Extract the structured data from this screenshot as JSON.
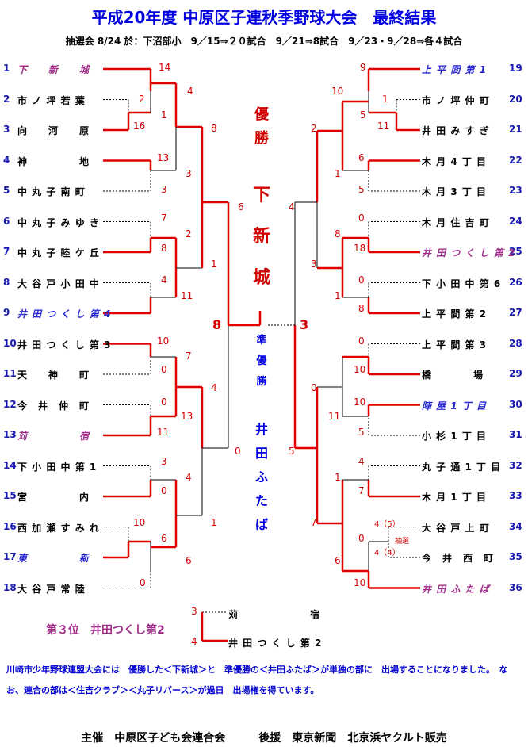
{
  "title": "平成20年度 中原区子連秋季野球大会　最終結果",
  "schedule": "抽選会 8/24 於：下沼部小　9／15⇒２０試合　9／21⇒8試合　9／23・9／28⇒各４試合",
  "champion_label": "優勝",
  "champion_team": "下新城",
  "runnerup_label": "準優勝",
  "runnerup_team": "井田ふたば",
  "final_scores": {
    "left": "8",
    "right": "3"
  },
  "left_teams": [
    {
      "seed": "1",
      "name": "下　　新　　城",
      "style": "hl2"
    },
    {
      "seed": "2",
      "name": "市 ノ 坪 若 葉",
      "style": ""
    },
    {
      "seed": "3",
      "name": "向　　河　　原",
      "style": ""
    },
    {
      "seed": "4",
      "name": "神　　　　　地",
      "style": ""
    },
    {
      "seed": "5",
      "name": "中 丸 子 南 町",
      "style": ""
    },
    {
      "seed": "6",
      "name": "中 丸 子 み ゆ き",
      "style": ""
    },
    {
      "seed": "7",
      "name": "中 丸 子 睦 ケ 丘",
      "style": ""
    },
    {
      "seed": "8",
      "name": "大 谷 戸 小 田 中",
      "style": ""
    },
    {
      "seed": "9",
      "name": "井 田 つ く し 第 4",
      "style": "hl"
    },
    {
      "seed": "10",
      "name": "井 田 つ く し 第 3",
      "style": ""
    },
    {
      "seed": "11",
      "name": "天　　神　　町",
      "style": ""
    },
    {
      "seed": "12",
      "name": "今　井　仲　町",
      "style": ""
    },
    {
      "seed": "13",
      "name": "苅　　　　　宿",
      "style": "hl2"
    },
    {
      "seed": "14",
      "name": "下 小 田 中 第 1",
      "style": ""
    },
    {
      "seed": "15",
      "name": "宮　　　　　内",
      "style": ""
    },
    {
      "seed": "16",
      "name": "西 加 瀬 す み れ",
      "style": ""
    },
    {
      "seed": "17",
      "name": "東　　　　　新",
      "style": "hl"
    },
    {
      "seed": "18",
      "name": "大 谷 戸 常 陸",
      "style": ""
    }
  ],
  "right_teams": [
    {
      "seed": "19",
      "name": "上 平 間 第 1",
      "style": "hl"
    },
    {
      "seed": "20",
      "name": "市 ノ 坪 仲 町",
      "style": ""
    },
    {
      "seed": "21",
      "name": "井 田 み す ぎ",
      "style": ""
    },
    {
      "seed": "22",
      "name": "木 月 4 丁 目",
      "style": ""
    },
    {
      "seed": "23",
      "name": "木 月 3 丁 目",
      "style": ""
    },
    {
      "seed": "24",
      "name": "木 月 住 吉 町",
      "style": ""
    },
    {
      "seed": "25",
      "name": "井 田 つ く し 第 2",
      "style": "hl2"
    },
    {
      "seed": "26",
      "name": "下 小 田 中 第 6",
      "style": ""
    },
    {
      "seed": "27",
      "name": "上 平 間 第 2",
      "style": ""
    },
    {
      "seed": "28",
      "name": "上 平 間 第 3",
      "style": ""
    },
    {
      "seed": "29",
      "name": "橋　　　　場",
      "style": ""
    },
    {
      "seed": "30",
      "name": "陣 屋 1 丁 目",
      "style": "hl"
    },
    {
      "seed": "31",
      "name": "小 杉 1 丁 目",
      "style": ""
    },
    {
      "seed": "32",
      "name": "丸 子 通 1 丁 目",
      "style": ""
    },
    {
      "seed": "33",
      "name": "木 月 1 丁 目",
      "style": ""
    },
    {
      "seed": "34",
      "name": "大 谷 戸 上 町",
      "style": ""
    },
    {
      "seed": "35",
      "name": "今　井　西　町",
      "style": ""
    },
    {
      "seed": "36",
      "name": "井 田 ふ た ば",
      "style": "hl2"
    }
  ],
  "left_scores": [
    {
      "v": "14"
    },
    {
      "v": "2"
    },
    {
      "v": "16"
    },
    {
      "v": "1"
    },
    {
      "v": "4"
    },
    {
      "v": "13"
    },
    {
      "v": "3"
    },
    {
      "v": "3"
    },
    {
      "v": "8"
    },
    {
      "v": "7"
    },
    {
      "v": "2"
    },
    {
      "v": "8"
    },
    {
      "v": "4"
    },
    {
      "v": "11"
    },
    {
      "v": "1"
    },
    {
      "v": "6"
    },
    {
      "v": "10"
    },
    {
      "v": "7"
    },
    {
      "v": "0"
    },
    {
      "v": "0"
    },
    {
      "v": "13"
    },
    {
      "v": "11"
    },
    {
      "v": "4"
    },
    {
      "v": "3"
    },
    {
      "v": "4"
    },
    {
      "v": "0"
    },
    {
      "v": "0"
    },
    {
      "v": "10"
    },
    {
      "v": "6"
    },
    {
      "v": "6"
    },
    {
      "v": "1"
    },
    {
      "v": "0"
    }
  ],
  "right_scores": [
    {
      "v": "9"
    },
    {
      "v": "1"
    },
    {
      "v": "10"
    },
    {
      "v": "5"
    },
    {
      "v": "11"
    },
    {
      "v": "2"
    },
    {
      "v": "6"
    },
    {
      "v": "1"
    },
    {
      "v": "5"
    },
    {
      "v": "4"
    },
    {
      "v": "0"
    },
    {
      "v": "8"
    },
    {
      "v": "18"
    },
    {
      "v": "3"
    },
    {
      "v": "0"
    },
    {
      "v": "1"
    },
    {
      "v": "8"
    },
    {
      "v": "0"
    },
    {
      "v": "10"
    },
    {
      "v": "0"
    },
    {
      "v": "10"
    },
    {
      "v": "11"
    },
    {
      "v": "5"
    },
    {
      "v": "5"
    },
    {
      "v": "4"
    },
    {
      "v": "1"
    },
    {
      "v": "7"
    },
    {
      "v": "7"
    },
    {
      "v": "0"
    },
    {
      "v": "6"
    },
    {
      "v": "10"
    }
  ],
  "lottery": {
    "a": "4（5）",
    "b": "4（4）",
    "label": "抽選"
  },
  "third_place": {
    "label": "第３位　井田つくし第2",
    "teams": [
      "苅　　　　　宿",
      "井 田 つ く し 第 2"
    ],
    "scores": [
      "3",
      "4"
    ]
  },
  "note": "川崎市少年野球連盟大会には　優勝した＜下新城＞と　準優勝の＜井田ふたば＞が単独の部に　出場することになりました。　なお、連合の部は＜住吉クラブ＞＜丸子リバース＞が過日　出場権を得ています。",
  "footer": "主催　中原区子ども会連合会　　　後援　東京新聞　北京浜ヤクルト販売",
  "colors": {
    "win_line": "#e00000",
    "loss_line": "#000000",
    "title": "#0000e0"
  }
}
